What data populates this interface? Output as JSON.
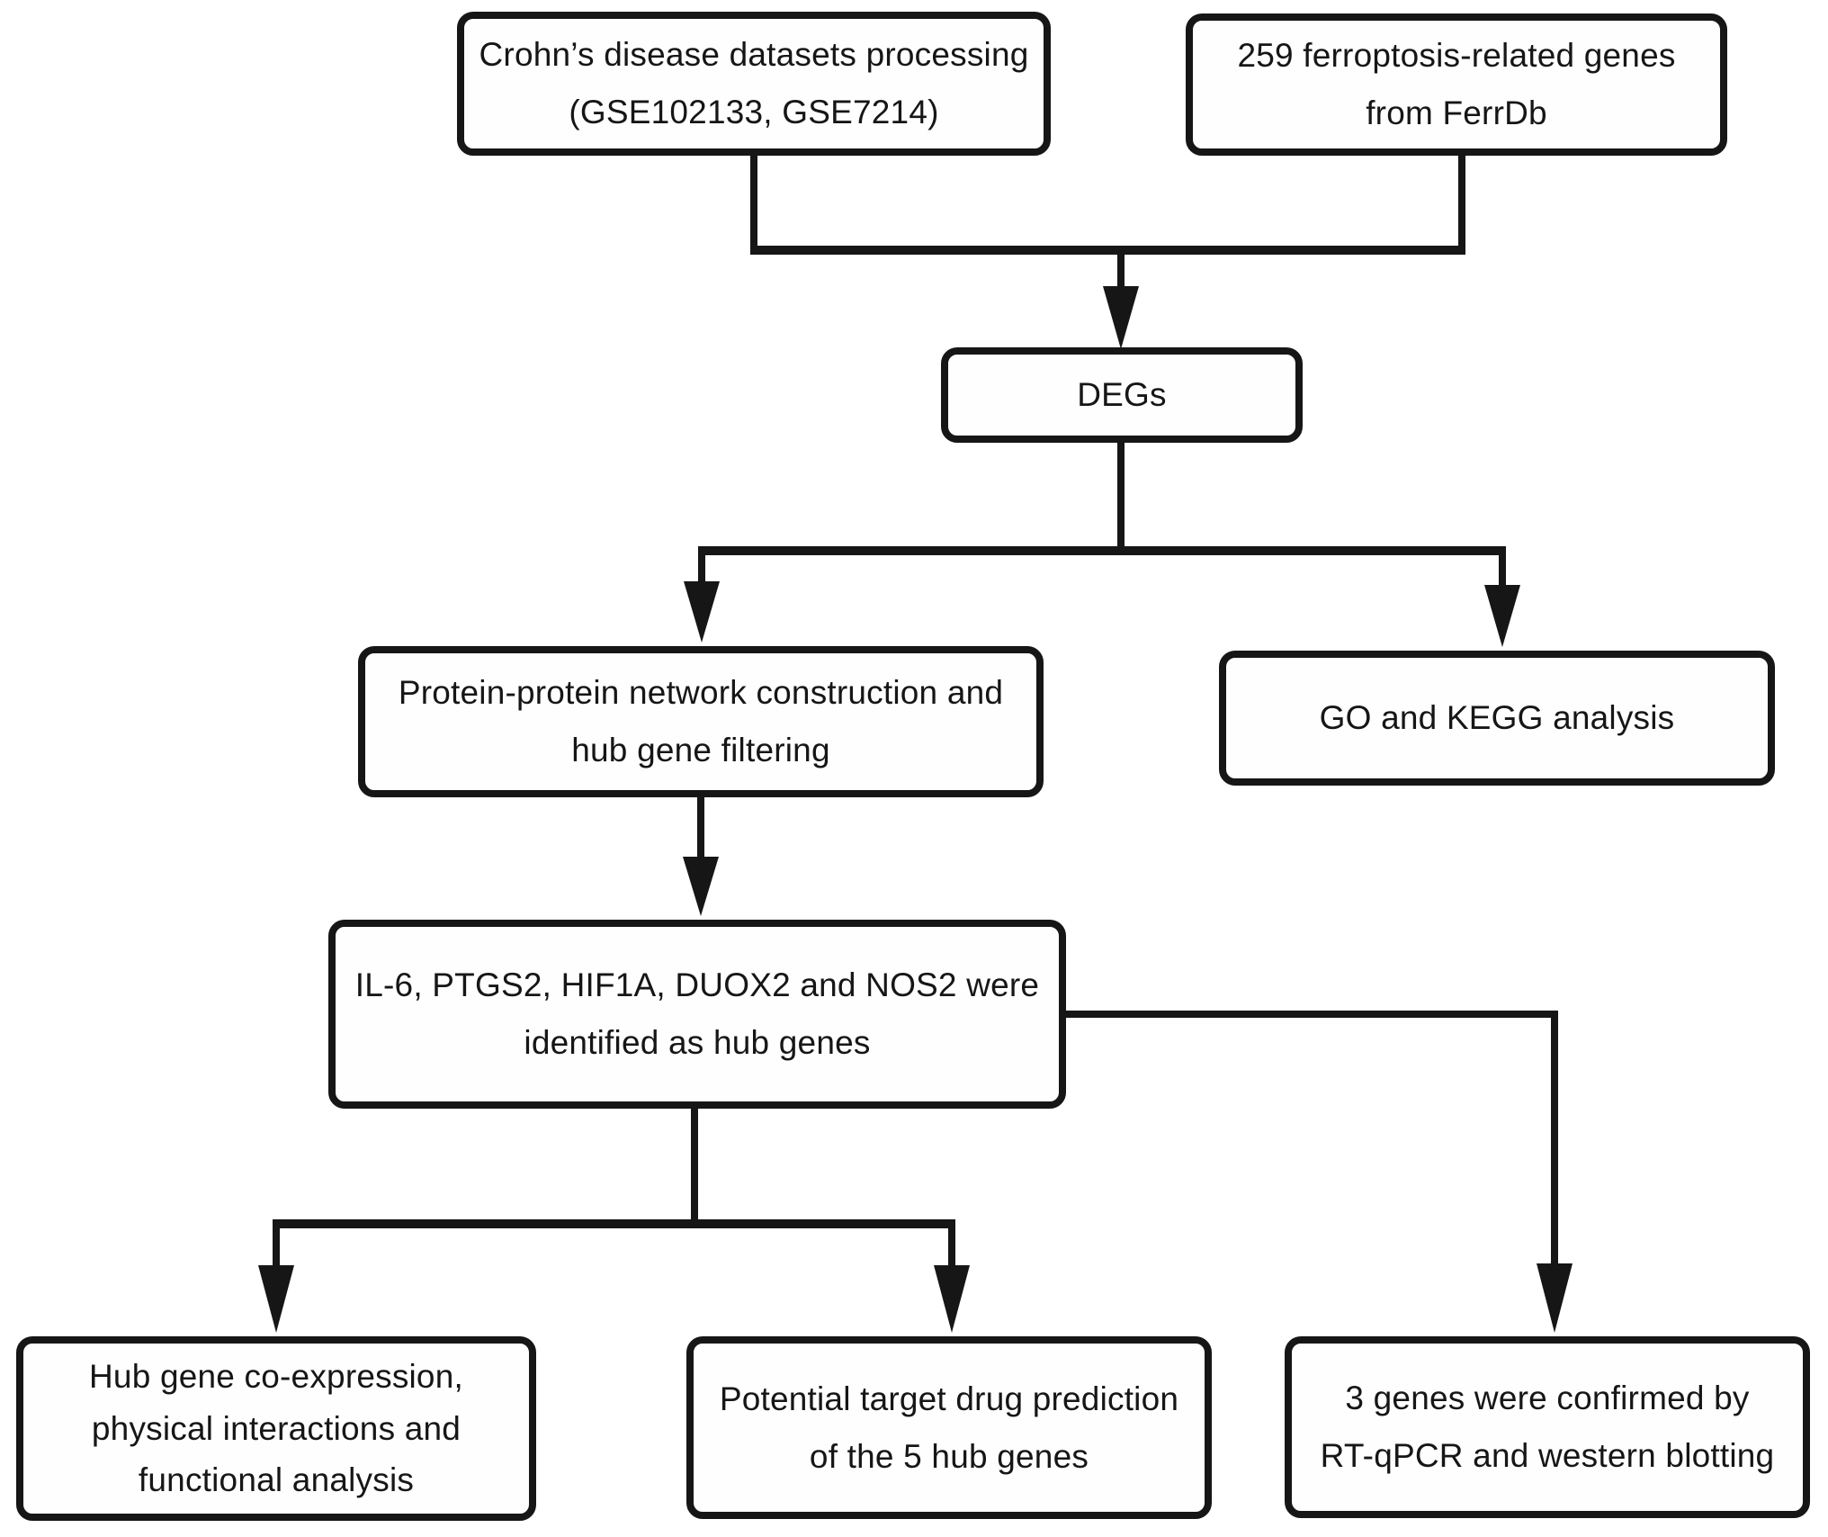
{
  "nodes": {
    "datasets": {
      "lines": [
        "Crohn’s disease datasets processing",
        "(GSE102133, GSE7214)"
      ]
    },
    "ferrdb": {
      "lines": [
        "259 ferroptosis-related genes",
        "from FerrDb"
      ]
    },
    "degs": {
      "lines": [
        "DEGs"
      ]
    },
    "ppi": {
      "lines": [
        "Protein-protein network construction and",
        "hub gene filtering"
      ]
    },
    "gokegg": {
      "lines": [
        "GO and KEGG analysis"
      ]
    },
    "hub": {
      "lines": [
        "IL-6, PTGS2, HIF1A, DUOX2 and NOS2 were",
        "identified as hub genes"
      ]
    },
    "coexpression": {
      "lines": [
        "Hub gene co-expression,",
        "physical interactions and",
        "functional analysis"
      ]
    },
    "drug": {
      "lines": [
        "Potential target drug prediction",
        "of the 5 hub genes"
      ]
    },
    "confirm": {
      "lines": [
        "3 genes were confirmed by",
        "RT-qPCR and western blotting"
      ]
    }
  },
  "edges": [
    {
      "from": "datasets",
      "to": "degs"
    },
    {
      "from": "ferrdb",
      "to": "degs"
    },
    {
      "from": "degs",
      "to": "ppi"
    },
    {
      "from": "degs",
      "to": "gokegg"
    },
    {
      "from": "ppi",
      "to": "hub"
    },
    {
      "from": "hub",
      "to": "coexpression"
    },
    {
      "from": "hub",
      "to": "drug"
    },
    {
      "from": "hub",
      "to": "confirm"
    }
  ],
  "colors": {
    "line": "#161616",
    "box_border": "#161616",
    "box_fill": "#fefefe",
    "text": "#161616",
    "background": "#ffffff"
  }
}
